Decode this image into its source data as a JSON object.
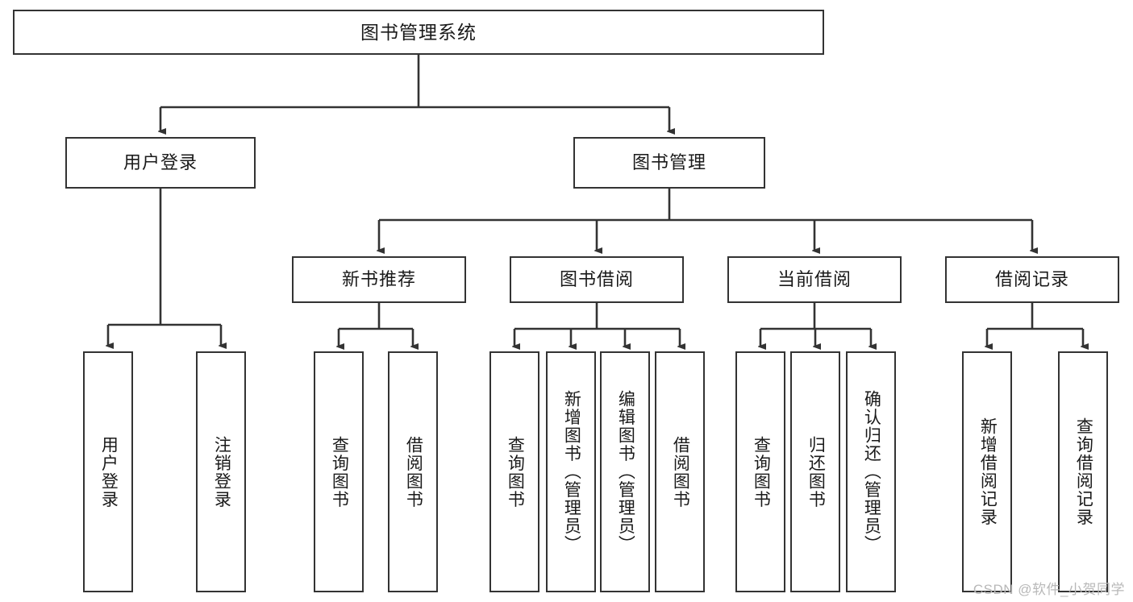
{
  "diagram": {
    "title": "图书管理系统",
    "type": "tree-hierarchy-chart",
    "root": {
      "label": "图书管理系统"
    },
    "level2": [
      {
        "label": "用户登录"
      },
      {
        "label": "图书管理"
      }
    ],
    "level3": [
      {
        "label": "新书推荐"
      },
      {
        "label": "图书借阅"
      },
      {
        "label": "当前借阅"
      },
      {
        "label": "借阅记录"
      }
    ],
    "leaves": {
      "user_login": [
        {
          "label": "用户登录"
        },
        {
          "label": "注销登录"
        }
      ],
      "new_book_recommend": [
        {
          "label": "查询图书"
        },
        {
          "label": "借阅图书"
        }
      ],
      "book_borrow": [
        {
          "label": "查询图书"
        },
        {
          "label": "新增图书（管理员）"
        },
        {
          "label": "编辑图书（管理员）"
        },
        {
          "label": "借阅图书"
        }
      ],
      "current_borrow": [
        {
          "label": "查询图书"
        },
        {
          "label": "归还图书"
        },
        {
          "label": "确认归还（管理员）"
        }
      ],
      "borrow_record": [
        {
          "label": "新增借阅记录"
        },
        {
          "label": "查询借阅记录"
        }
      ]
    }
  },
  "watermark": {
    "text": "CSDN @软件_小贺同学"
  },
  "colors": {
    "stroke": "#333333",
    "fill": "#ffffff",
    "text": "#1a1a1a",
    "watermark": "#b8b8b8"
  }
}
